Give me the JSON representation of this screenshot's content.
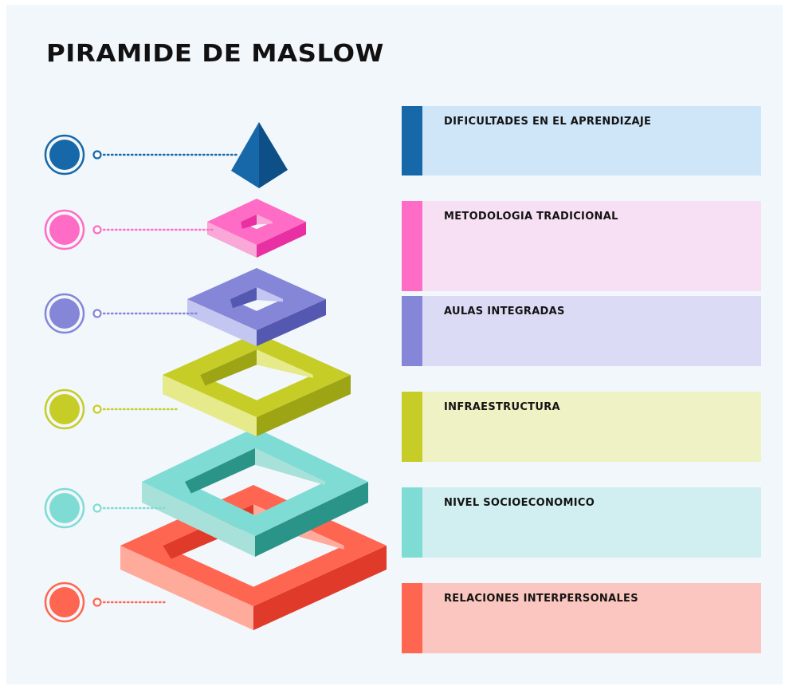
{
  "title": "PIRAMIDE DE MASLOW",
  "levels": [
    {
      "label": "DIFICULTADES EN EL APRENDIZAJE",
      "color": "#1768a8",
      "dark": "#0d4f86",
      "light": "#2a83c4",
      "card_bg": "#cfe5f8",
      "marker": "circle-marker-blue"
    },
    {
      "label": "METODOLOGIA TRADICIONAL",
      "color": "#ff6cc5",
      "dark": "#e930a2",
      "light": "#f9a8d8",
      "card_bg": "#f8e0f4",
      "marker": "circle-marker-pink"
    },
    {
      "label": "AULAS INTEGRADAS",
      "color": "#8586d8",
      "dark": "#5558b0",
      "light": "#c4c6f2",
      "card_bg": "#dbdbf6",
      "marker": "circle-marker-purple"
    },
    {
      "label": "INFRAESTRUCTURA",
      "color": "#c6cd26",
      "dark": "#9ea515",
      "light": "#e6ea8a",
      "card_bg": "#eff2c4",
      "marker": "circle-marker-lime"
    },
    {
      "label": "NIVEL SOCIOECONOMICO",
      "color": "#7fdcd4",
      "dark": "#2b9488",
      "light": "#a8e1da",
      "card_bg": "#d1eef0",
      "marker": "circle-marker-teal"
    },
    {
      "label": "RELACIONES INTERPERSONALES",
      "color": "#ff6651",
      "dark": "#df3a2a",
      "light": "#ffab9c",
      "card_bg": "#fac6bf",
      "marker": "circle-marker-coral"
    }
  ]
}
